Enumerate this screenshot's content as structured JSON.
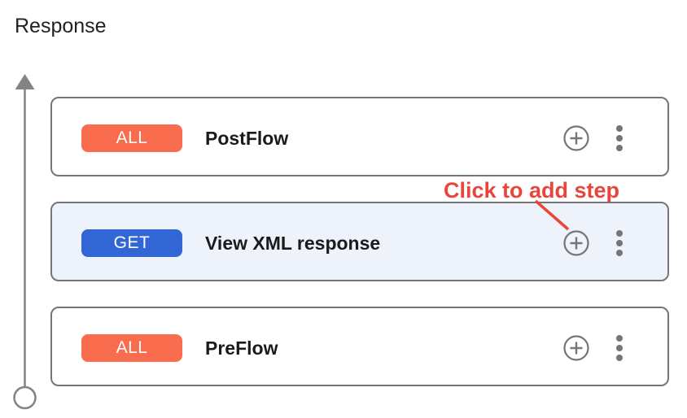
{
  "title": "Response",
  "flow": {
    "cards": [
      {
        "badge": "ALL",
        "name": "PostFlow",
        "highlighted": false
      },
      {
        "badge": "GET",
        "name": "View XML response",
        "highlighted": true
      },
      {
        "badge": "ALL",
        "name": "PreFlow",
        "highlighted": false
      }
    ]
  },
  "annotation": {
    "label": "Click to add step"
  },
  "icons": {
    "plus-circle-icon": "⊕",
    "kebab-menu-icon": "⋮",
    "arrow-up-icon": "↑",
    "start-circle-icon": "○"
  },
  "colors": {
    "badge_all": "#F96C4E",
    "badge_get": "#3366D5",
    "badge_text": "#FFFFFF",
    "highlight_card_bg": "#EDF2FB",
    "card_border": "#757575",
    "icon_gray": "#757575",
    "arrow_gray": "#848484",
    "annotation_red": "#E9453B",
    "text_dark": "#202124"
  }
}
